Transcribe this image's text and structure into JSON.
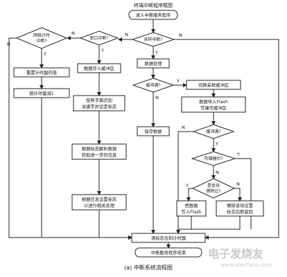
{
  "diagram": {
    "title": "终端中断程序框图",
    "caption": "(a) 中断系统流程图",
    "start": "进入中断服务程序",
    "end": "中断服务程序结束",
    "decisions": {
      "network_timer": [
        "网络计时",
        "中断?"
      ],
      "serial": "串口中断?",
      "sampling": "采样中断?",
      "buffer_full": "缓冲满?",
      "buffer_full2": "缓冲满?",
      "storage_busy": "存储器忙?",
      "can_erase": [
        "是否块",
        "擦除过?"
      ]
    },
    "processes": {
      "reset_timer": "重置计时器的值",
      "timer_dec": "倒计时量减1",
      "serial_buffer": "数据存入缓冲区",
      "dict_identify": [
        "按照字典识别",
        "关键字并设定标志"
      ],
      "parse_flag": [
        "根据标志解析数据",
        "获取进一步的信息"
      ],
      "set_flag": [
        "根据信息设置标志",
        "以进行相关处理"
      ],
      "data_process": "数据处理",
      "switch_buffer": "切换采样缓冲区",
      "save_data": "保存数据",
      "flash_import": [
        "数据导入Flash",
        "写操作缓冲区"
      ],
      "write_flash": [
        "把数据",
        "写入Flash"
      ],
      "erase_block": [
        "擦除该块设置",
        "标志后即返回"
      ],
      "clear_flags": "清标志位和计时器"
    },
    "branch_labels": {
      "yes": "Y",
      "no": "N"
    },
    "watermark": {
      "main": "电子发烧友",
      "sub": "www.elecfans.com"
    }
  }
}
